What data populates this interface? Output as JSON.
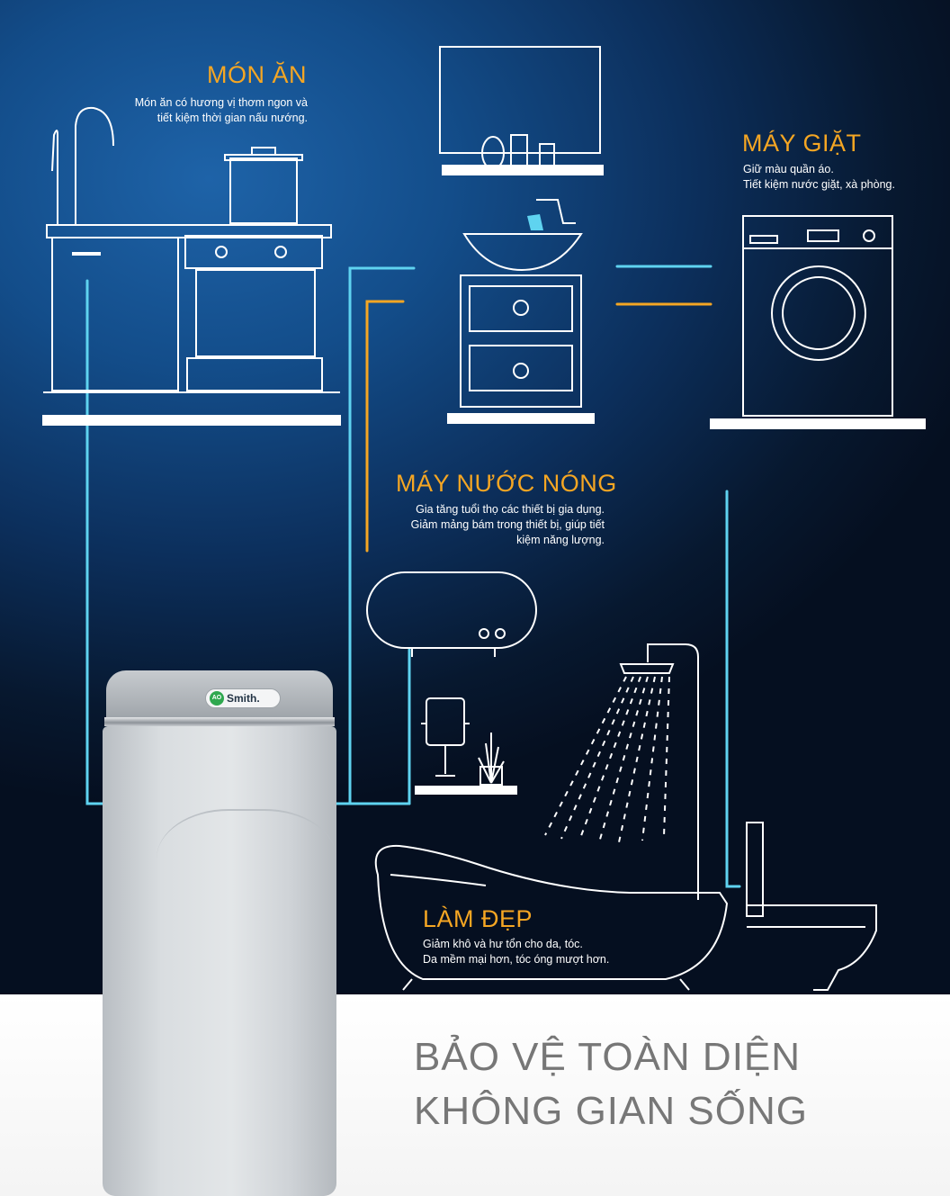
{
  "sections": {
    "mon_an": {
      "title": "MÓN ĂN",
      "lines": [
        "Món ăn có hương vị thơm ngon và",
        "tiết kiệm thời gian nấu nướng."
      ]
    },
    "may_giat": {
      "title": "MÁY GIẶT",
      "lines": [
        "Giữ màu quần áo.",
        "Tiết kiệm nước giặt, xà phòng."
      ]
    },
    "may_nuoc_nong": {
      "title": "MÁY NƯỚC NÓNG",
      "lines": [
        "Gia tăng tuổi thọ các thiết bị gia dụng.",
        "Giảm mảng bám trong thiết bị, giúp tiết",
        "kiệm năng lượng."
      ]
    },
    "lam_dep": {
      "title": "LÀM ĐẸP",
      "lines": [
        "Giảm khô và hư tổn cho da, tóc.",
        "Da mềm mại hơn, tóc óng mượt hơn."
      ]
    }
  },
  "tagline": {
    "line1": "BẢO VỆ TOÀN DIỆN",
    "line2": "KHÔNG GIAN SỐNG"
  },
  "product": {
    "brand_mark": "AO",
    "brand_text": "Smith."
  },
  "colors": {
    "heading": "#f5a623",
    "cyan_line": "#5fd3f0",
    "orange_line": "#f5a623",
    "outline": "#ffffff"
  },
  "icons": [
    "kitchen-icon",
    "bathroom-sink-icon",
    "washing-machine-icon",
    "water-heater-icon",
    "shower-icon",
    "bathtub-icon",
    "toilet-icon",
    "mirror-icon",
    "plant-icon"
  ]
}
